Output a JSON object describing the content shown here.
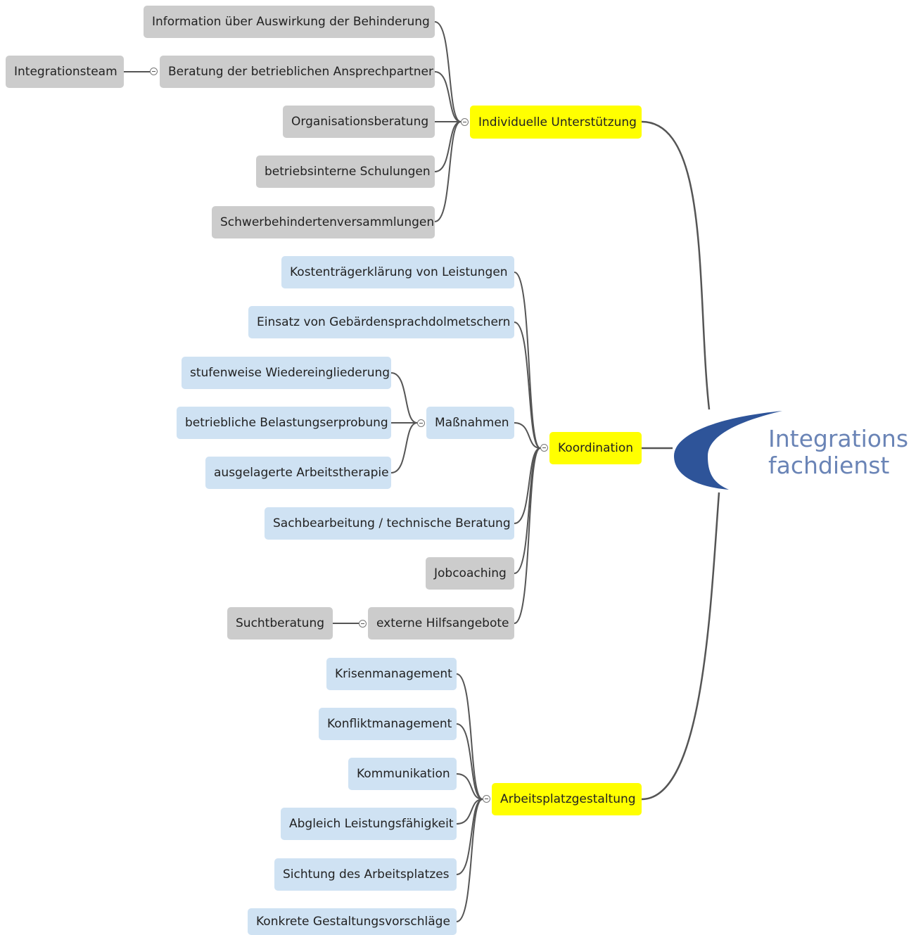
{
  "logo": {
    "line1": "Integrations",
    "line2": "fachdienst",
    "color": "#2e5499"
  },
  "colors": {
    "link": "#555555",
    "gray": "#cccccc",
    "blue": "#cfe2f3",
    "yellow": "#ffff00"
  },
  "branches": {
    "individuelle": {
      "label": "Individuelle Unterstützung",
      "children": {
        "information": "Information über Auswirkung der Behinderung",
        "beratung": {
          "label": "Beratung der betrieblichen Ansprechpartner",
          "children": {
            "integrationsteam": "Integrationsteam"
          }
        },
        "organisation": "Organisationsberatung",
        "schulungen": "betriebsinterne Schulungen",
        "versammlungen": "Schwerbehindertenversammlungen"
      }
    },
    "koordination": {
      "label": "Koordination",
      "children": {
        "kostentraeger": "Kostenträgerklärung von Leistungen",
        "gebaerden": "Einsatz von Gebärdensprachdolmetschern",
        "massnahmen": {
          "label": "Maßnahmen",
          "children": {
            "stufenweise": "stufenweise Wiedereingliederung",
            "belastung": "betriebliche Belastungserprobung",
            "arbeitstherapie": "ausgelagerte Arbeitstherapie"
          }
        },
        "sachbearbeitung": "Sachbearbeitung / technische Beratung",
        "jobcoaching": "Jobcoaching",
        "extern": {
          "label": "externe Hilfsangebote",
          "children": {
            "sucht": "Suchtberatung"
          }
        }
      }
    },
    "arbeitsplatz": {
      "label": "Arbeitsplatzgestaltung",
      "children": {
        "krisen": "Krisenmanagement",
        "konflikt": "Konfliktmanagement",
        "kommunikation": "Kommunikation",
        "abgleich": "Abgleich Leistungsfähigkeit",
        "sichtung": "Sichtung des Arbeitsplatzes",
        "konkrete": "Konkrete Gestaltungsvorschläge"
      }
    }
  }
}
